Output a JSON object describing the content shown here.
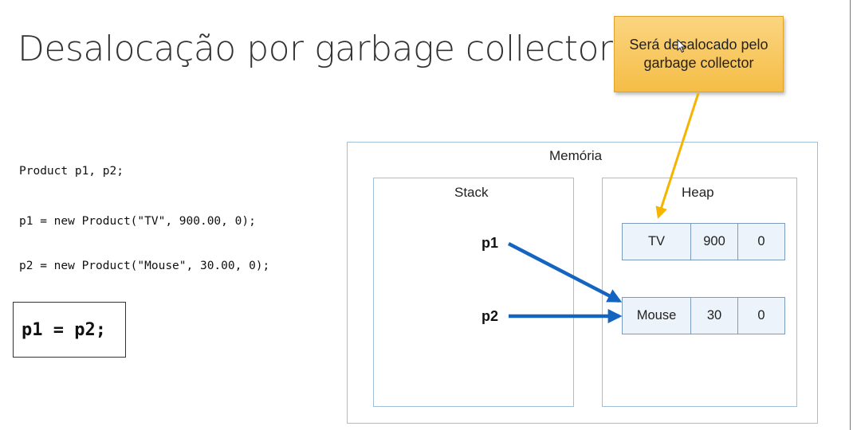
{
  "title": "Desalocação por garbage collector",
  "code": {
    "line1": "Product p1, p2;",
    "line2": "p1 = new Product(\"TV\", 900.00, 0);",
    "line3": "p2 = new Product(\"Mouse\", 30.00, 0);",
    "assignment": "p1 = p2;"
  },
  "callout": {
    "text": "Será desalocado pelo garbage collector"
  },
  "memory": {
    "label": "Memória",
    "stack": {
      "label": "Stack",
      "vars": [
        "p1",
        "p2"
      ]
    },
    "heap": {
      "label": "Heap",
      "objects": [
        {
          "name": "TV",
          "price": "900",
          "quantity": "0"
        },
        {
          "name": "Mouse",
          "price": "30",
          "quantity": "0"
        }
      ]
    }
  },
  "colors": {
    "arrow_blue": "#1565c0",
    "arrow_orange": "#f5b400",
    "callout_fill": "#f8c95c",
    "box_border": "#9fc0d8"
  }
}
